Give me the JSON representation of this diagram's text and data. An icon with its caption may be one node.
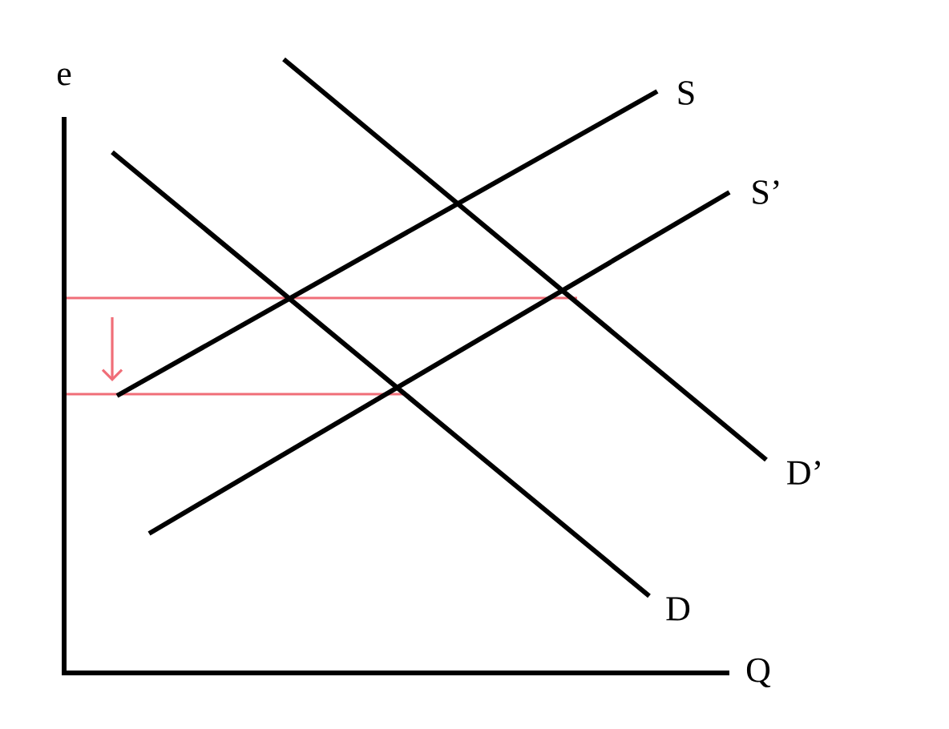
{
  "diagram": {
    "labels": [
      "e",
      "S",
      "S’",
      "D’",
      "D",
      "Q"
    ]
  }
}
